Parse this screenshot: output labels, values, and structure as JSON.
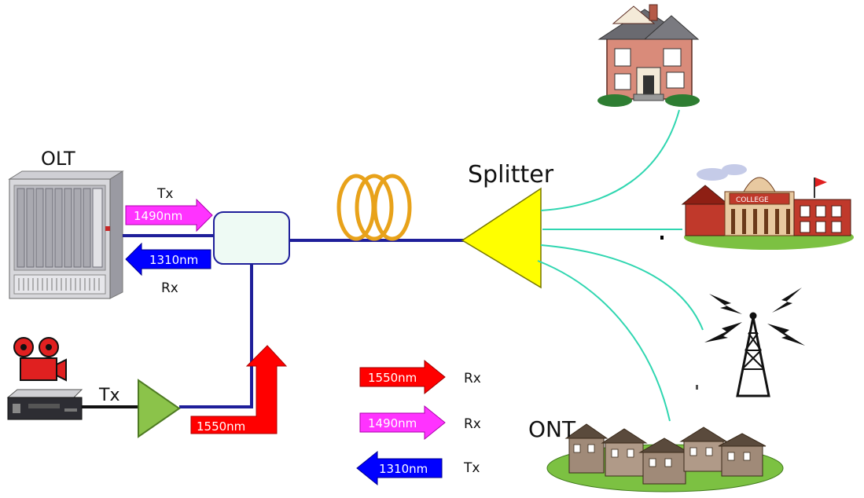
{
  "labels": {
    "olt": "OLT",
    "splitter": "Splitter",
    "ont": "ONT"
  },
  "olt_side": {
    "tx_label": "Tx",
    "rx_label": "Rx",
    "downstream_wavelength": "1490nm",
    "upstream_wavelength": "1310nm"
  },
  "video_side": {
    "tx_label": "Tx",
    "wavelength": "1550nm"
  },
  "ont_legend": [
    {
      "wavelength": "1550nm",
      "role": "Rx",
      "direction": "right",
      "color": "#ff0000"
    },
    {
      "wavelength": "1490nm",
      "role": "Rx",
      "direction": "right",
      "color": "#ff33ff"
    },
    {
      "wavelength": "1310nm",
      "role": "Tx",
      "direction": "left",
      "color": "#0000ff"
    }
  ],
  "colors": {
    "fiber_blue": "#1f1f9a",
    "drop_fiber": "#2fd6b0",
    "splitter_yellow": "#ffff00",
    "amplifier_green": "#8bc34a",
    "coil_orange": "#e8a21a",
    "combiner_fill": "#eefaf4"
  },
  "icons": [
    "olt-rack",
    "house",
    "college",
    "radio-tower",
    "townhouses",
    "video-recorder",
    "set-top-box"
  ]
}
